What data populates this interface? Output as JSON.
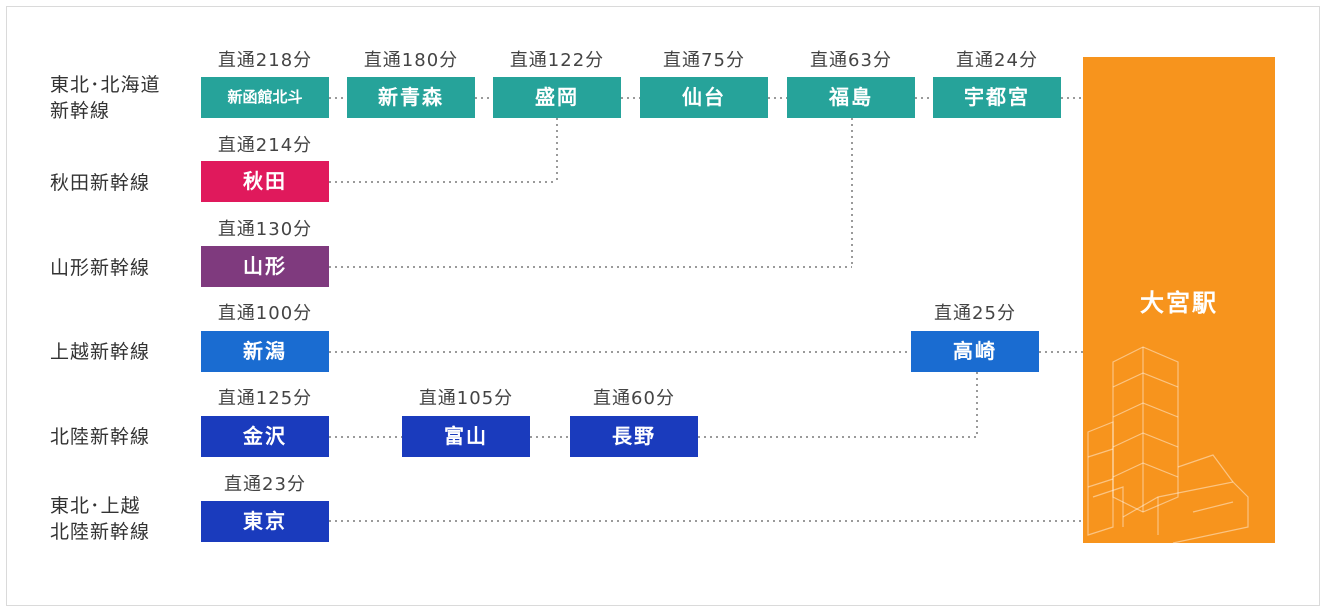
{
  "lines": [
    {
      "label": [
        "東北･北海道",
        "新幹線"
      ]
    },
    {
      "label": [
        "秋田新幹線"
      ]
    },
    {
      "label": [
        "山形新幹線"
      ]
    },
    {
      "label": [
        "上越新幹線"
      ]
    },
    {
      "label": [
        "北陸新幹線"
      ]
    },
    {
      "label": [
        "東北･上越",
        "北陸新幹線"
      ]
    }
  ],
  "stations": [
    {
      "name": "新函館北斗",
      "time": "直通218分",
      "color": "#26a39a"
    },
    {
      "name": "新青森",
      "time": "直通180分",
      "color": "#26a39a"
    },
    {
      "name": "盛岡",
      "time": "直通122分",
      "color": "#26a39a"
    },
    {
      "name": "仙台",
      "time": "直通75分",
      "color": "#26a39a"
    },
    {
      "name": "福島",
      "time": "直通63分",
      "color": "#26a39a"
    },
    {
      "name": "宇都宮",
      "time": "直通24分",
      "color": "#26a39a"
    },
    {
      "name": "秋田",
      "time": "直通214分",
      "color": "#e0195c"
    },
    {
      "name": "山形",
      "time": "直通130分",
      "color": "#7f3a7e"
    },
    {
      "name": "新潟",
      "time": "直通100分",
      "color": "#1a6cd1"
    },
    {
      "name": "高崎",
      "time": "直通25分",
      "color": "#1a6cd1"
    },
    {
      "name": "金沢",
      "time": "直通125分",
      "color": "#1a3bbd"
    },
    {
      "name": "富山",
      "time": "直通105分",
      "color": "#1a3bbd"
    },
    {
      "name": "長野",
      "time": "直通60分",
      "color": "#1a3bbd"
    },
    {
      "name": "東京",
      "time": "直通23分",
      "color": "#1a3bbd"
    }
  ],
  "destination": {
    "name": "大宮駅",
    "color": "#f7941d"
  },
  "connector_color": "#9a9a9a"
}
